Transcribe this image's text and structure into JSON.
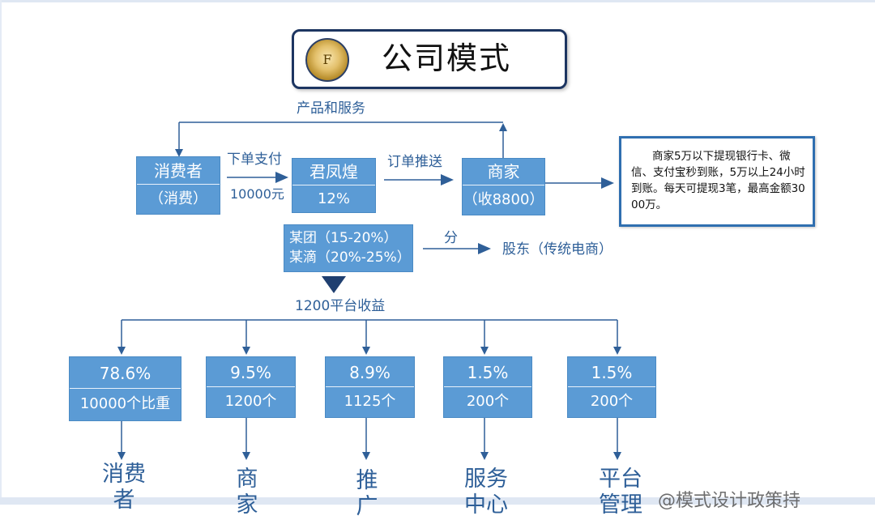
{
  "title": "公司模式",
  "logo_letter": "F",
  "top_flow_label": "产品和服务",
  "nodes": {
    "consumer": {
      "name": "消费者",
      "sub": "（消费）"
    },
    "junfenghuang": {
      "name": "君凤煌",
      "sub": "12%"
    },
    "merchant": {
      "name": "商家",
      "sub": "（收8800）"
    },
    "platforms": {
      "line1": "某团（15-20%）",
      "line2": "某滴（20%-25%）"
    }
  },
  "edges": {
    "pay_label": "下单支付",
    "pay_amount": "10000元",
    "order_push": "订单推送",
    "split": "分",
    "shareholders": "股东（传统电商）",
    "platform_income": "1200平台收益"
  },
  "merchant_note": "商家5万以下提现银行卡、微信、支付宝秒到账，5万以上24小时到账。每天可提现3笔，最高金额3000万。",
  "allocations": [
    {
      "percent": "78.6%",
      "detail": "10000个比重",
      "target": "消费者"
    },
    {
      "percent": "9.5%",
      "detail": "1200个",
      "target": "商家"
    },
    {
      "percent": "8.9%",
      "detail": "1125个",
      "target": "推广"
    },
    {
      "percent": "1.5%",
      "detail": "200个",
      "target": "服务中心"
    },
    {
      "percent": "1.5%",
      "detail": "200个",
      "target": "平台管理"
    }
  ],
  "watermark": "@模式设计政策持",
  "colors": {
    "box_fill": "#5b9bd5",
    "arrow": "#2f5f98",
    "title_border": "#1d3561"
  }
}
